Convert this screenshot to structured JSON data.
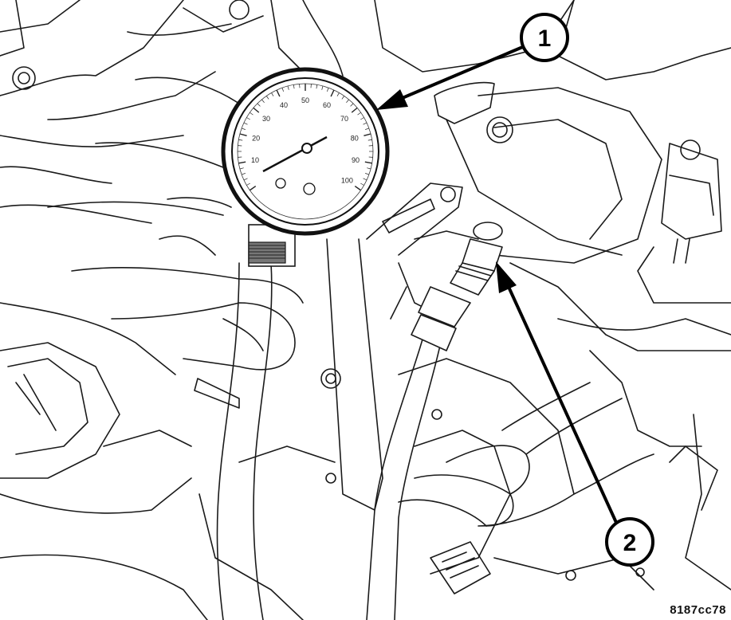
{
  "callouts": [
    {
      "number": "1",
      "target": "pressure-gauge"
    },
    {
      "number": "2",
      "target": "test-port-fitting"
    }
  ],
  "gauge_scale": [
    "10",
    "20",
    "30",
    "40",
    "50",
    "60",
    "70",
    "80",
    "90",
    "100"
  ],
  "figure_code": "8187cc78",
  "colors": {
    "line": "#1a1a1a",
    "background": "#ffffff"
  }
}
